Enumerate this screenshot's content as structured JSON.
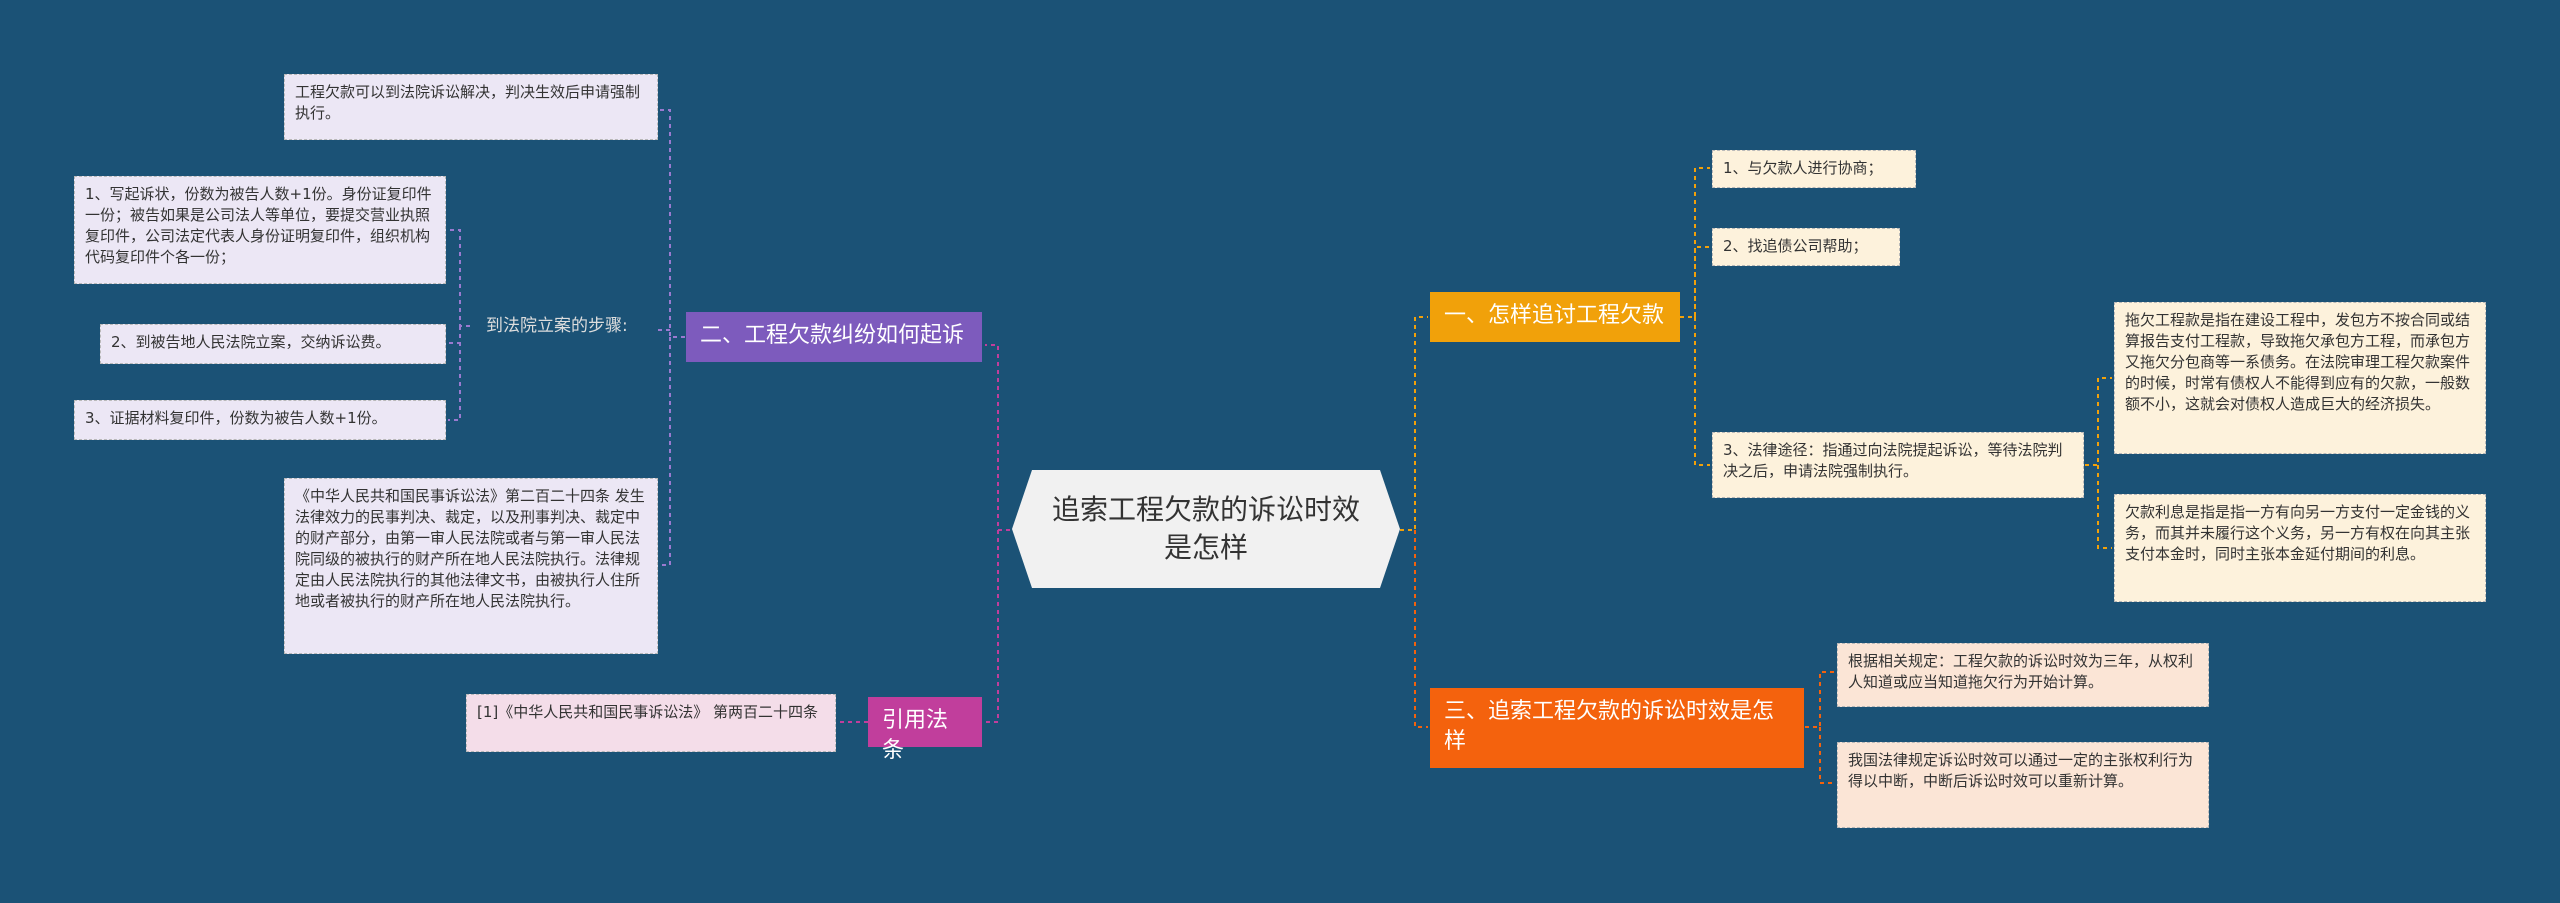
{
  "root": {
    "title": "追索工程欠款的诉讼时效是怎样"
  },
  "left": {
    "branch1": {
      "label": "二、工程欠款纠纷如何起诉",
      "color": "#7d5bbd",
      "note_top": "工程欠款可以到法院诉讼解决，判决生效后申请强制执行。",
      "steps_label": "到法院立案的步骤:",
      "steps": [
        "1、写起诉状，份数为被告人数+1份。身份证复印件一份；被告如果是公司法人等单位，要提交营业执照复印件，公司法定代表人身份证明复印件，组织机构代码复印件个各一份；",
        "2、到被告地人民法院立案，交纳诉讼费。",
        "3、证据材料复印件，份数为被告人数+1份。"
      ],
      "law_note": "《中华人民共和国民事诉讼法》第二百二十四条 发生法律效力的民事判决、裁定，以及刑事判决、裁定中的财产部分，由第一审人民法院或者与第一审人民法院同级的被执行的财产所在地人民法院执行。法律规定由人民法院执行的其他法律文书，由被执行人住所地或者被执行的财产所在地人民法院执行。"
    },
    "branch2": {
      "label": "引用法条",
      "color": "#c13e9c",
      "ref": "[1]《中华人民共和国民事诉讼法》 第两百二十四条"
    }
  },
  "right": {
    "branch1": {
      "label": "一、怎样追讨工程欠款",
      "color": "#f1a10a",
      "items": [
        "1、与欠款人进行协商；",
        "2、找追债公司帮助；",
        "3、法律途径：指通过向法院提起诉讼，等待法院判决之后，申请法院强制执行。"
      ],
      "notes": [
        "拖欠工程款是指在建设工程中，发包方不按合同或结算报告支付工程款，导致拖欠承包方工程，而承包方又拖欠分包商等一系债务。在法院审理工程欠款案件的时候，时常有债权人不能得到应有的欠款，一般数额不小，这就会对债权人造成巨大的经济损失。",
        "欠款利息是指是指一方有向另一方支付一定金钱的义务，而其并未履行这个义务，另一方有权在向其主张支付本金时，同时主张本金延付期间的利息。"
      ]
    },
    "branch2": {
      "label": "三、追索工程欠款的诉讼时效是怎样",
      "color": "#f4620d",
      "notes": [
        "根据相关规定：工程欠款的诉讼时效为三年，从权利人知道或应当知道拖欠行为开始计算。",
        "我国法律规定诉讼时效可以通过一定的主张权利行为得以中断，中断后诉讼时效可以重新计算。"
      ]
    }
  }
}
